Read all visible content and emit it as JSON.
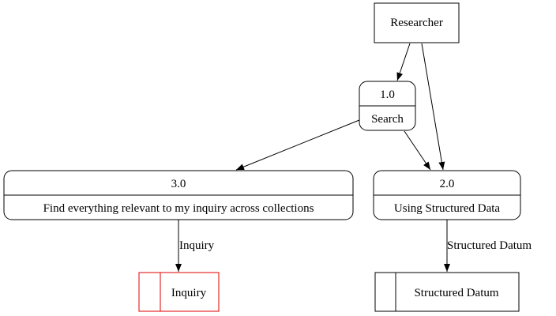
{
  "diagram": {
    "entity": {
      "label": "Researcher"
    },
    "processes": [
      {
        "id": "1.0",
        "name": "Search"
      },
      {
        "id": "2.0",
        "name": "Using Structured Data"
      },
      {
        "id": "3.0",
        "name": "Find everything relevant to my inquiry across collections"
      }
    ],
    "stores": [
      {
        "label": "Inquiry",
        "color": "#e00000"
      },
      {
        "label": "Structured Datum",
        "color": "#000000"
      }
    ],
    "flows": [
      {
        "from": "Researcher",
        "to": "1.0",
        "label": ""
      },
      {
        "from": "Researcher",
        "to": "2.0",
        "label": ""
      },
      {
        "from": "1.0",
        "to": "2.0",
        "label": ""
      },
      {
        "from": "1.0",
        "to": "3.0",
        "label": ""
      },
      {
        "from": "3.0",
        "to": "Inquiry",
        "label": "Inquiry"
      },
      {
        "from": "2.0",
        "to": "Structured Datum",
        "label": "Structured Datum"
      }
    ]
  }
}
